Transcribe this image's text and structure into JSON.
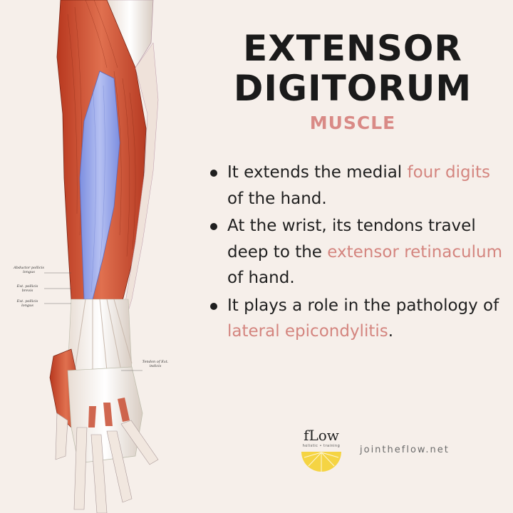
{
  "title": {
    "line1": "EXTENSOR",
    "line2": "DIGITORUM",
    "subtitle": "MUSCLE"
  },
  "bullets": [
    {
      "parts": [
        {
          "text": "It extends the medial ",
          "highlight": false
        },
        {
          "text": "four digits",
          "highlight": true
        },
        {
          "text": " of the hand.",
          "highlight": false
        }
      ]
    },
    {
      "parts": [
        {
          "text": "At the wrist, its tendons travel deep to the ",
          "highlight": false
        },
        {
          "text": "extensor retinaculum",
          "highlight": true
        },
        {
          "text": " of hand.",
          "highlight": false
        }
      ]
    },
    {
      "parts": [
        {
          "text": "It plays a role in the pathology of ",
          "highlight": false
        },
        {
          "text": "lateral epicondylitis",
          "highlight": true
        },
        {
          "text": ".",
          "highlight": false
        }
      ]
    }
  ],
  "illustration": {
    "labels": {
      "abductor": "Abductor pollicis longus",
      "ext_brevis": "Ext. pollicis brevis",
      "ext_longus": "Ext. pollicis longus",
      "tendon": "Tendon of Ext. indicis"
    }
  },
  "brand": {
    "name": "fLow",
    "tagline": "holistic • training",
    "website": "jointheflow.net"
  },
  "colors": {
    "background": "#f6efea",
    "title": "#1a1a1a",
    "accent": "#d4857f",
    "muscle_red": "#c9472a",
    "muscle_blue": "#8f9fe6",
    "sun_yellow": "#f5d443"
  }
}
